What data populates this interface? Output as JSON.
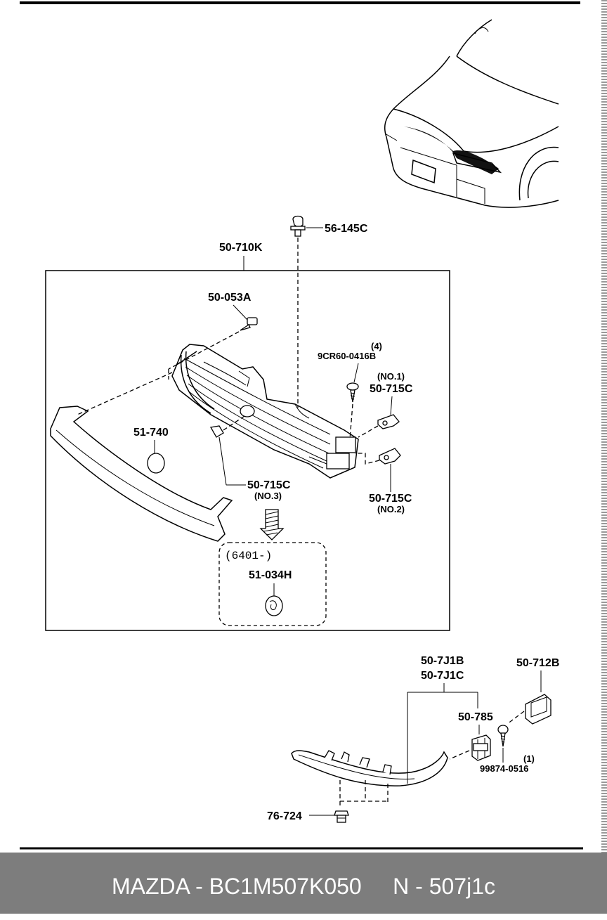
{
  "labels": {
    "p56145c": "56-145C",
    "p50710k": "50-710K",
    "p50053a": "50-053A",
    "qty4": "(4)",
    "p9cr60": "9CR60-0416B",
    "no1": "(NO.1)",
    "p50715c_1": "50-715C",
    "p51740": "51-740",
    "p50715c_3": "50-715C",
    "no3": "(NO.3)",
    "p50715c_2": "50-715C",
    "no2": "(NO.2)",
    "serial": "(6401-)",
    "p51034h": "51-034H",
    "p507j1b": "50-7J1B",
    "p507j1c": "50-7J1C",
    "p50712b": "50-712B",
    "p50785": "50-785",
    "qty1": "(1)",
    "p99874": "99874-0516",
    "p76724": "76-724"
  },
  "footer": {
    "text": "MAZDA - BC1M507K050     N - 507j1c"
  },
  "colors": {
    "footer_bg": "#7d7d7d",
    "line": "#000000"
  }
}
